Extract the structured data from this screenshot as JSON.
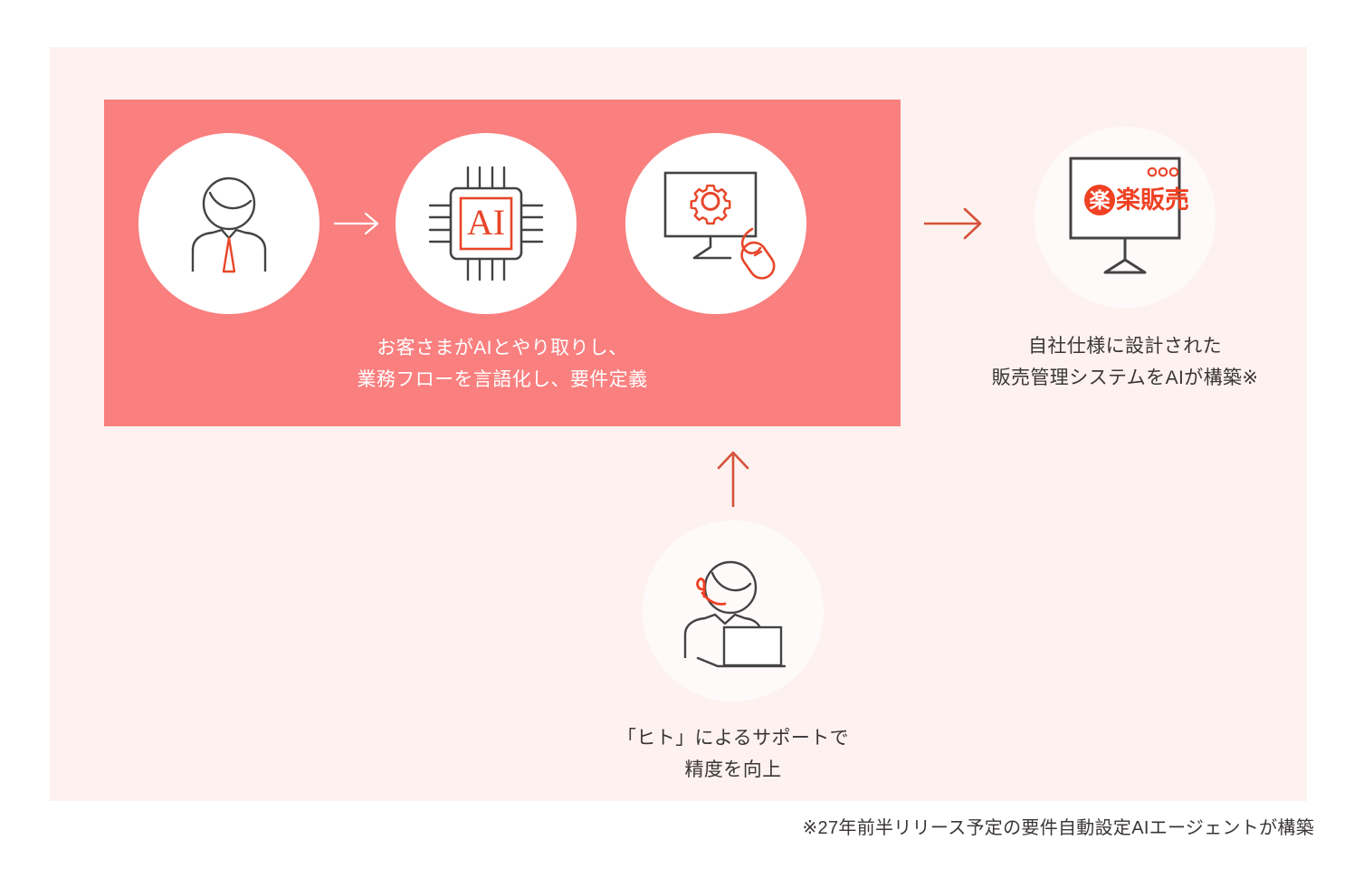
{
  "colors": {
    "page_background": "#ffffff",
    "panel_background": "#fdf2f0",
    "salmon_box": "#fa7f7f",
    "accent_red": "#e8462a",
    "icon_line": "#434343",
    "text_dark": "#3a3536",
    "text_on_salmon": "#ffffff",
    "soft_circle": "#fffafa"
  },
  "flow_box": {
    "icons": [
      {
        "name": "businessman-icon",
        "alt": "businessman with necktie"
      },
      {
        "name": "ai-chip-icon",
        "alt": "CPU chip labelled AI",
        "label": "AI"
      },
      {
        "name": "monitor-gear-mouse-icon",
        "alt": "monitor with gear and mouse"
      }
    ],
    "arrow": {
      "name": "arrow-right-white",
      "glyph": "→"
    },
    "caption_line1": "お客さまがAIとやり取りし、",
    "caption_line2": "業務フローを言語化し、要件定義"
  },
  "transition_arrow": {
    "name": "arrow-right-red",
    "glyph": "→"
  },
  "result": {
    "icon": {
      "name": "monitor-rakuraku-hanbai-icon",
      "alt": "monitor showing 楽楽販売 application"
    },
    "logo": {
      "badge_char": "楽",
      "text": "楽販売",
      "full": "楽楽販売"
    },
    "window_dots": 3,
    "caption_line1": "自社仕様に設計された",
    "caption_line2": "販売管理システムをAIが構築※"
  },
  "support": {
    "arrow": {
      "name": "arrow-up-red",
      "glyph": "↑"
    },
    "icon": {
      "name": "support-operator-icon",
      "alt": "operator with headset at laptop"
    },
    "caption_line1": "「ヒト」によるサポートで",
    "caption_line2": "精度を向上"
  },
  "footnote": "※27年前半リリース予定の要件自動設定AIエージェントが構築"
}
